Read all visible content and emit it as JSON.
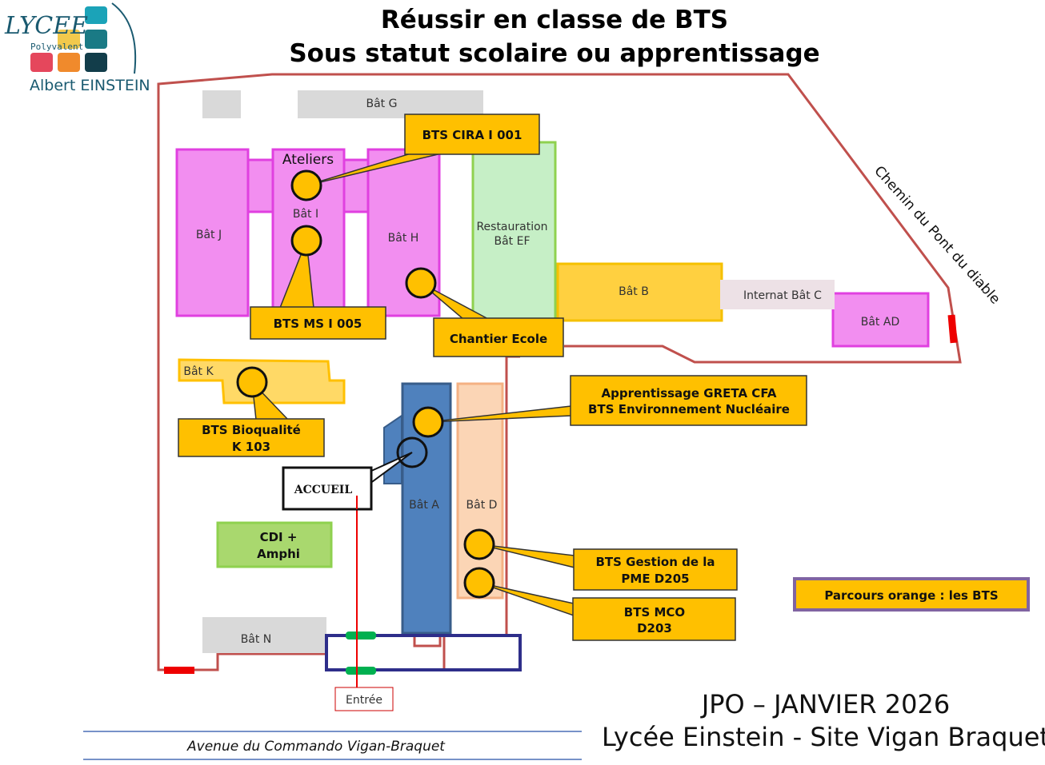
{
  "title": {
    "line1": "Réussir en classe de BTS",
    "line2": "Sous statut scolaire ou apprentissage"
  },
  "logo": {
    "lycee": "LYCEE",
    "polyvalent": "Polyvalent",
    "name": "Albert EINSTEIN"
  },
  "buildings": {
    "g": "Bât G",
    "j": "Bât J",
    "ateliers": "Ateliers",
    "i": "Bât I",
    "h": "Bât H",
    "restauration": "Restauration",
    "ef": "Bât EF",
    "b": "Bât B",
    "c": "Internat Bât C",
    "ad": "Bât AD",
    "k": "Bât K",
    "a": "Bât A",
    "d": "Bât D",
    "n": "Bât N",
    "cdi1": "CDI +",
    "cdi2": "Amphi"
  },
  "callouts": {
    "cira": "BTS CIRA I 001",
    "ms": "BTS MS I 005",
    "chantier": "Chantier Ecole",
    "bioqualite1": "BTS Bioqualité",
    "bioqualite2": "K 103",
    "accueil": "ACCUEIL",
    "greta1": "Apprentissage GRETA CFA",
    "greta2": "BTS Environnement Nucléaire",
    "pme1": "BTS Gestion de la",
    "pme2": "PME  D205",
    "mco1": "BTS MCO",
    "mco2": "D203",
    "parcours": "Parcours orange : les BTS"
  },
  "streets": {
    "chemin": "Chemin  du Pont du diable",
    "avenue": "Avenue du Commando Vigan-Braquet"
  },
  "entree": "Entrée",
  "footer": {
    "line1": "JPO – JANVIER 2026",
    "line2": "Lycée Einstein - Site Vigan Braquet"
  },
  "colors": {
    "callout": "#ffc000",
    "boundary": "#c0504d",
    "magenta": "#f28ef0",
    "blue": "#4f81bd"
  }
}
